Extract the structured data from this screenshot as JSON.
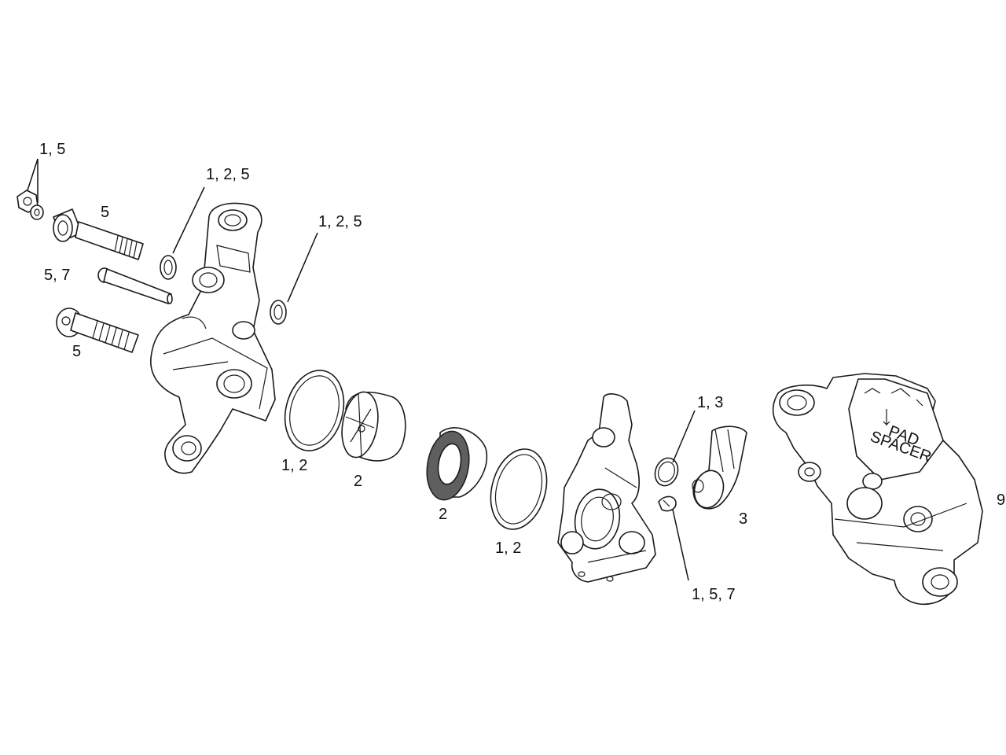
{
  "callouts": {
    "hardware_1_5": "1, 5",
    "washer_1_2_5_a": "1, 2, 5",
    "bolt_upper_5": "5",
    "pin_5_7": "5, 7",
    "washer_1_2_5_b": "1, 2, 5",
    "bolt_lower_5": "5",
    "seal_1_2_left": "1, 2",
    "piston_2_left": "2",
    "piston_2_right": "2",
    "seal_1_2_right": "1, 2",
    "oring_1_3": "1, 3",
    "banjo_3": "3",
    "clip_1_5_7": "1, 5, 7",
    "caliper_9": "9"
  },
  "pad_spacer_label": [
    "PAD",
    "SPACER"
  ]
}
